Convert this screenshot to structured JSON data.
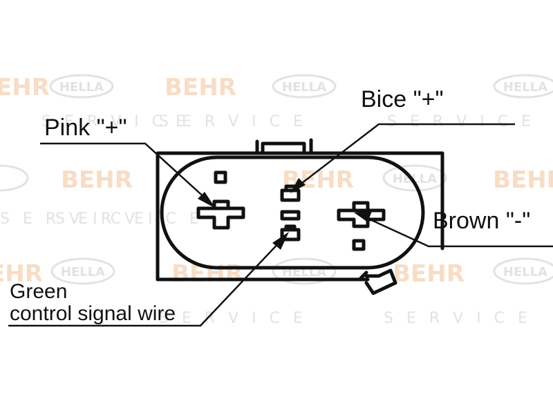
{
  "labels": {
    "pink": "Pink \"+\"",
    "bice": "Bice \"+\"",
    "brown": "Brown \"-\"",
    "green_line1": "Green",
    "green_line2": "control signal wire"
  },
  "watermark": {
    "brand1": "BEHR",
    "brand2": "HELLA",
    "service": "S E R V I C E"
  },
  "colors": {
    "ink": "#111111",
    "watermark_orange": "#f2c8a0",
    "watermark_grey": "#d6d6d6"
  }
}
